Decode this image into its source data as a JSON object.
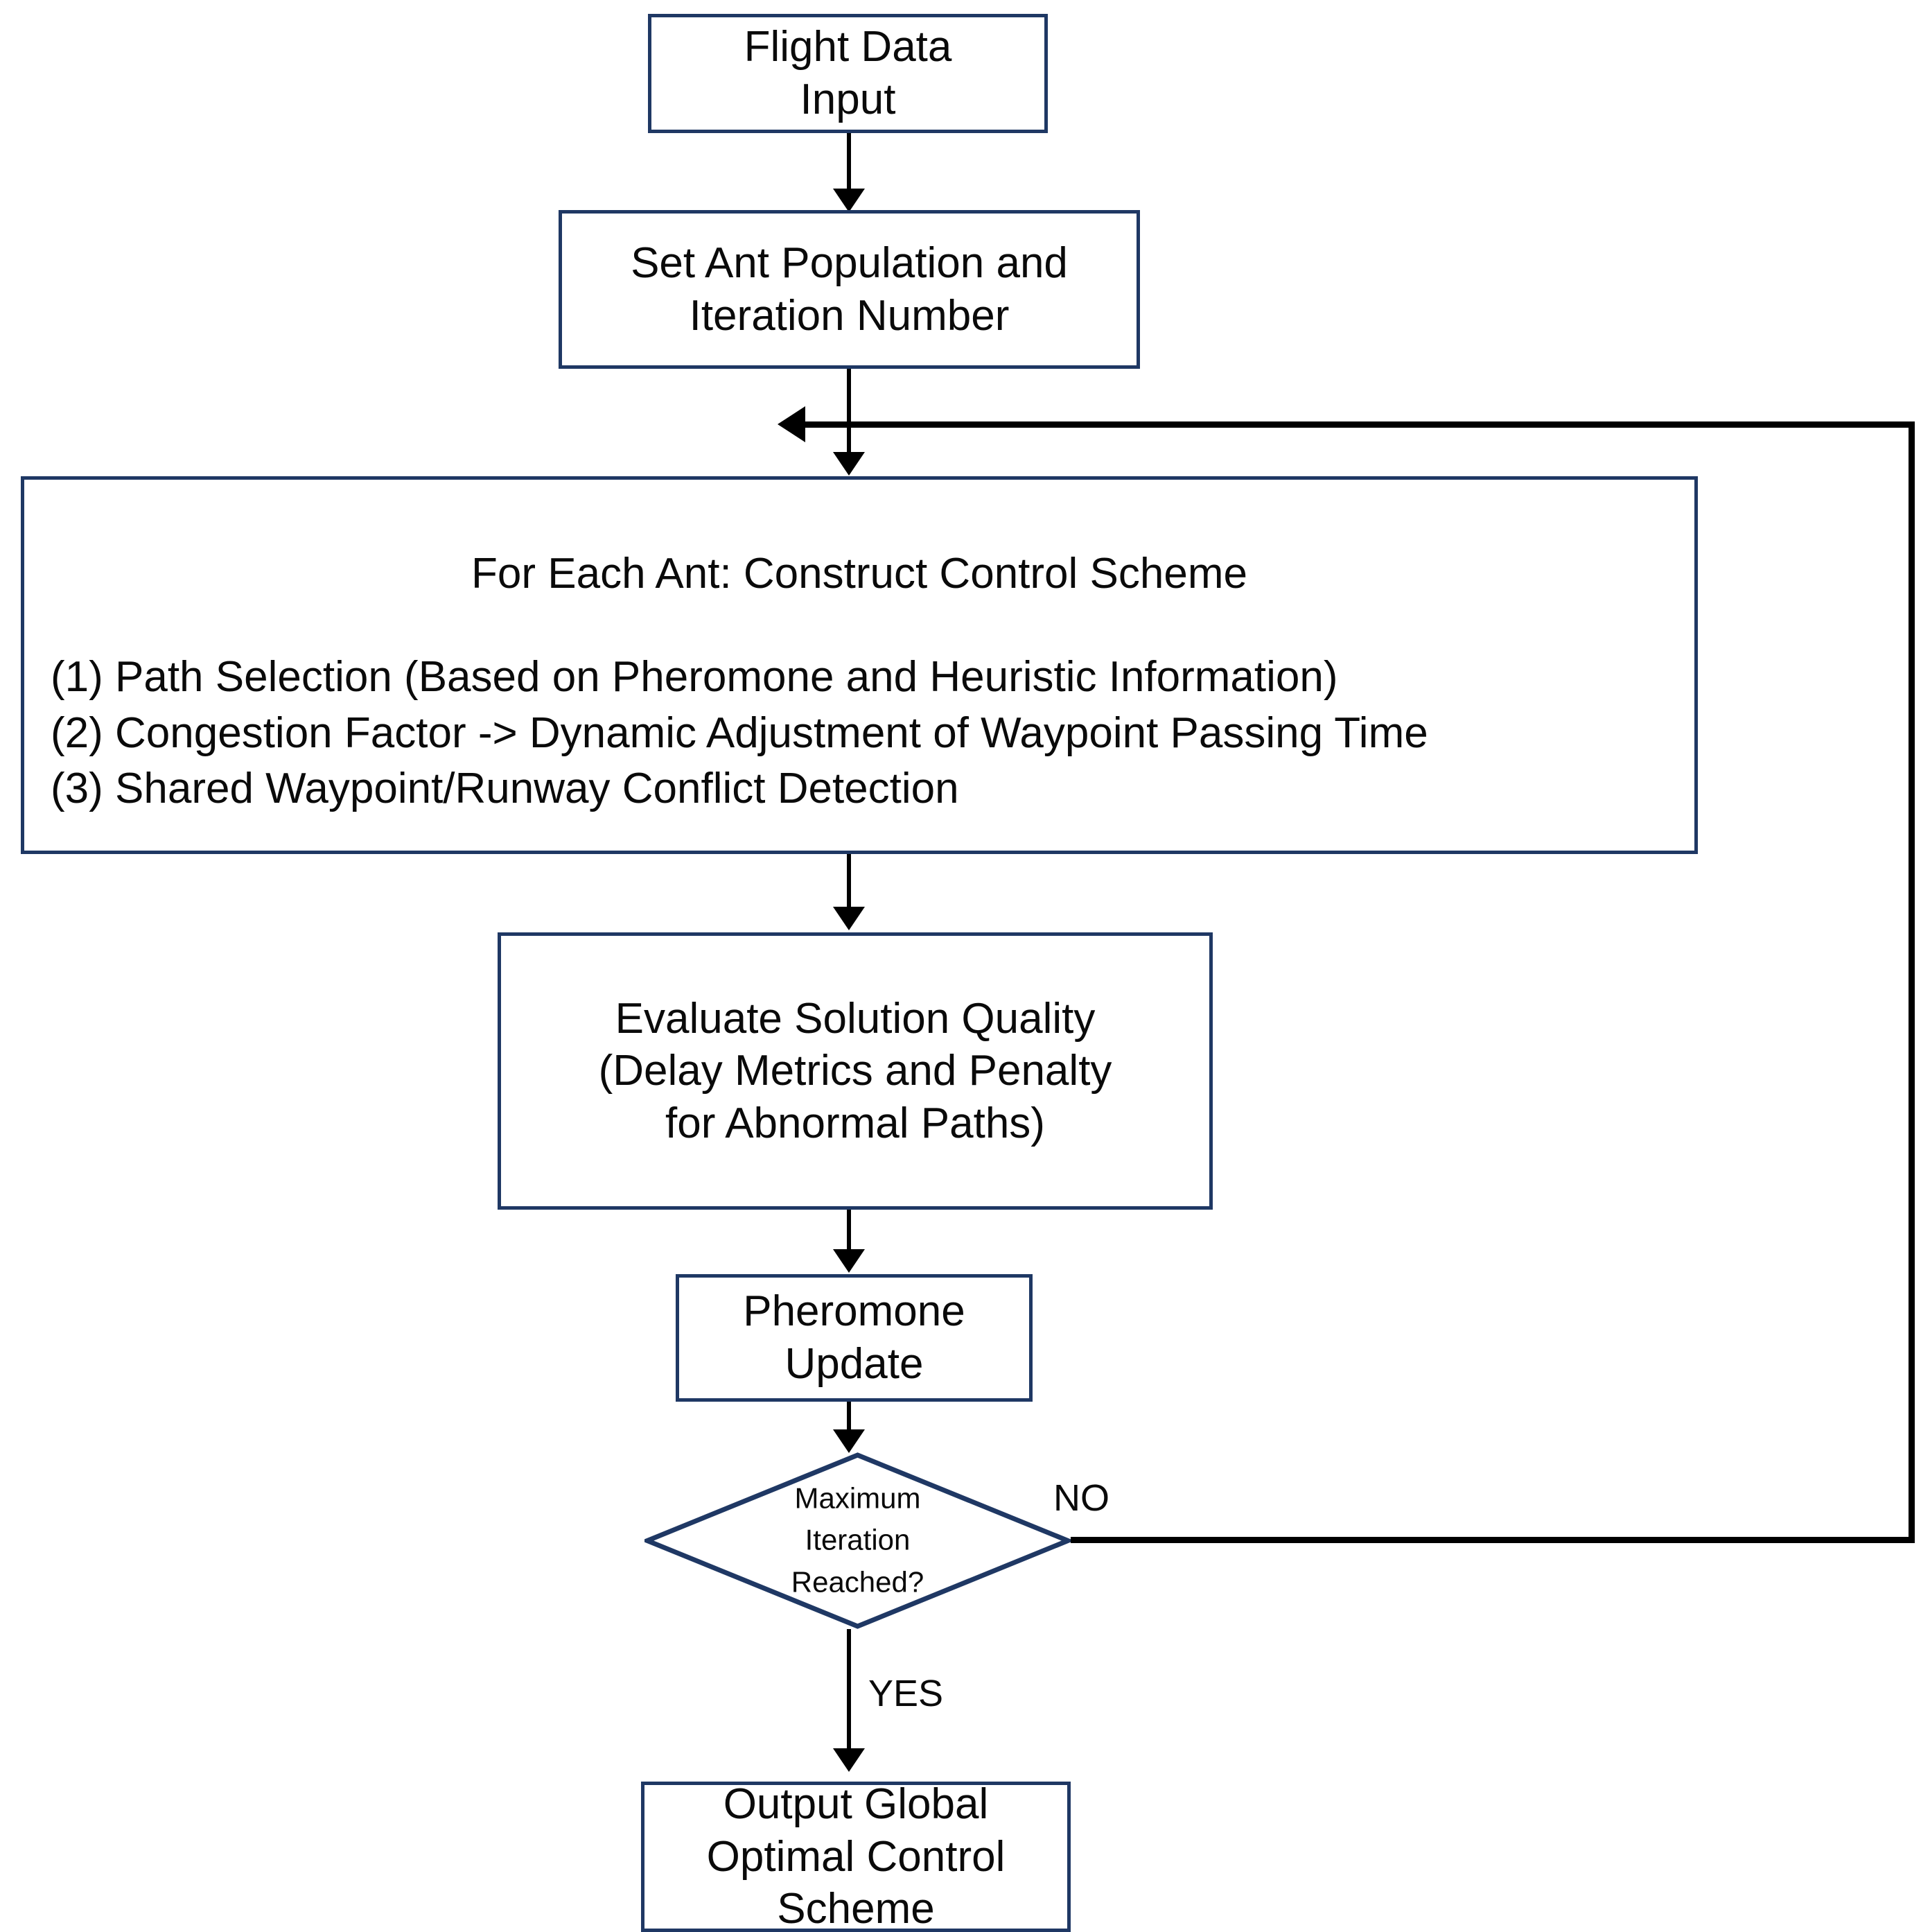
{
  "diagram": {
    "type": "flowchart",
    "title": "Ant Colony Optimization Flight Control Scheme Flowchart",
    "colors": {
      "node_border": "#1F3864",
      "node_fill": "#FFFFFF",
      "connector": "#000000",
      "text": "#0A0A0A"
    },
    "nodes": [
      {
        "id": "input",
        "shape": "rectangle",
        "lines": [
          "Flight Data",
          "Input"
        ]
      },
      {
        "id": "set_population",
        "shape": "rectangle",
        "lines": [
          "Set Ant Population and",
          "Iteration Number"
        ]
      },
      {
        "id": "for_each_ant",
        "shape": "rectangle",
        "title": "For Each Ant: Construct Control Scheme",
        "bullets": [
          "(1) Path Selection (Based on Pheromone and Heuristic Information)",
          "(2) Congestion Factor -> Dynamic Adjustment of Waypoint Passing Time",
          "(3) Shared Waypoint/Runway Conflict Detection"
        ]
      },
      {
        "id": "evaluate",
        "shape": "rectangle",
        "lines": [
          "Evaluate Solution Quality",
          "(Delay Metrics and Penalty",
          "for Abnormal Paths)"
        ]
      },
      {
        "id": "pheromone_update",
        "shape": "rectangle",
        "lines": [
          "Pheromone",
          "Update"
        ]
      },
      {
        "id": "decision",
        "shape": "diamond",
        "lines": [
          "Maximum",
          "Iteration",
          "Reached?"
        ]
      },
      {
        "id": "output",
        "shape": "rectangle",
        "lines": [
          "Output Global",
          "Optimal Control",
          "Scheme"
        ]
      }
    ],
    "edges": [
      {
        "id": "e1",
        "from": "input",
        "to": "set_population",
        "label": ""
      },
      {
        "id": "e2",
        "from": "set_population",
        "to": "for_each_ant",
        "label": ""
      },
      {
        "id": "e3",
        "from": "for_each_ant",
        "to": "evaluate",
        "label": ""
      },
      {
        "id": "e4",
        "from": "evaluate",
        "to": "pheromone_update",
        "label": ""
      },
      {
        "id": "e5",
        "from": "pheromone_update",
        "to": "decision",
        "label": ""
      },
      {
        "id": "e6",
        "from": "decision",
        "to": "for_each_ant",
        "label": "NO"
      },
      {
        "id": "e7",
        "from": "decision",
        "to": "output",
        "label": "YES"
      }
    ],
    "labels": {
      "no": "NO",
      "yes": "YES"
    }
  }
}
